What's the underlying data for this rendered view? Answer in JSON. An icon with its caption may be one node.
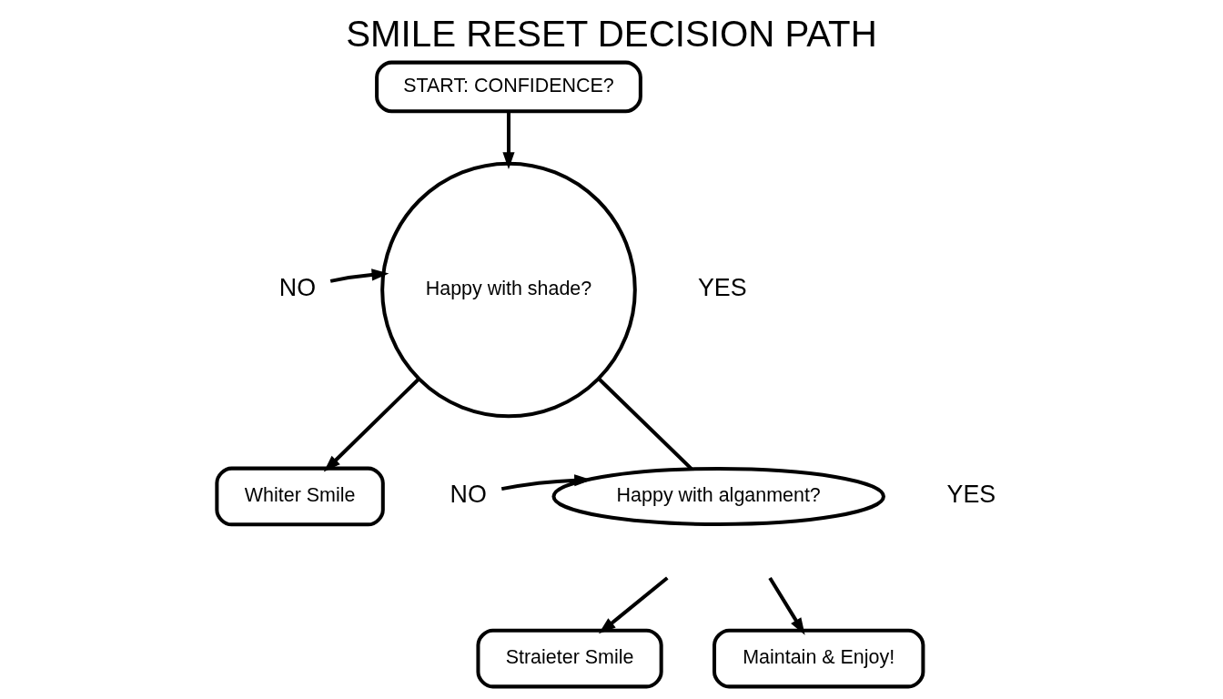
{
  "diagram": {
    "title": "SMILE RESET DECISION PATH",
    "nodes": [
      {
        "text": [
          "START: CONFIDENCE?"
        ]
      },
      {
        "text": [
          "Happy with shade?"
        ]
      },
      {
        "text": [
          "NO"
        ]
      },
      {
        "text": [
          "Whiter Smile"
        ]
      },
      {
        "text": [
          "NO"
        ]
      },
      {
        "text": [
          "Happy with alganment?"
        ]
      },
      {
        "text": [
          "Straieter Smile"
        ]
      },
      {
        "text": [
          "Maintain & Enjoy!"
        ]
      }
    ],
    "edges": [
      {
        "from": 0,
        "to": 1,
        "arrow": "to"
      },
      {
        "from": 2,
        "to": 1,
        "arrow": "to"
      },
      {
        "from": 1,
        "to": 3,
        "arrow": "to"
      },
      {
        "from": 1,
        "to": 5,
        "arrow": "none"
      },
      {
        "from": 4,
        "to": 5,
        "arrow": "to"
      },
      {
        "from": null,
        "to": 6,
        "arrow": "to"
      },
      {
        "from": null,
        "to": 7,
        "arrow": "to"
      }
    ],
    "labels": [
      "YES",
      "YES"
    ]
  }
}
